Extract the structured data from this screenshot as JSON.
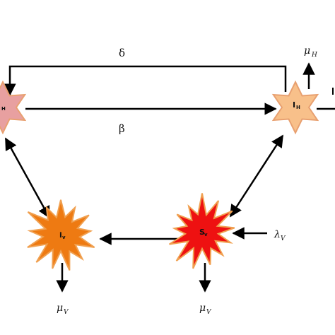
{
  "nodes": {
    "sh": {
      "letter": "",
      "sub": "H",
      "color": "#e8a0a0"
    },
    "ih": {
      "letter": "I",
      "sub": "H",
      "color": "#f8c08a"
    },
    "iv": {
      "letter": "i",
      "sub": "v",
      "color": "#ee7a12"
    },
    "sv": {
      "letter": "S",
      "sub": "v",
      "color": "#ee1111"
    }
  },
  "edges": {
    "delta": "δ",
    "beta": "β"
  },
  "rates": {
    "mu_h": {
      "base": "μ",
      "sub": "H"
    },
    "mu_v_left": {
      "base": "μ",
      "sub": "V"
    },
    "mu_v_right": {
      "base": "μ",
      "sub": "V"
    },
    "lambda_v": {
      "base": "λ",
      "sub": "V"
    }
  },
  "colors": {
    "arrow": "#000000",
    "star_stroke": "#e8a070"
  }
}
